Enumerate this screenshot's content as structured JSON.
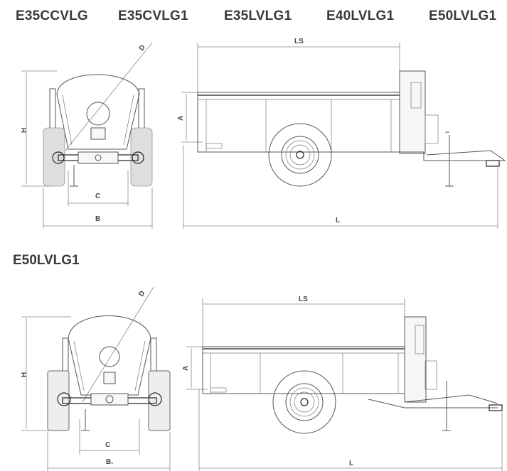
{
  "models_top": [
    "E35CCVLG",
    "E35CVLG1",
    "E35LVLG1",
    "E40LVLG1",
    "E50LVLG1"
  ],
  "section_bottom_title": "E50LVLG1",
  "diagram_top": {
    "dims": {
      "d": "D",
      "h": "H",
      "c": "C",
      "b": "B",
      "ls": "LS",
      "a": "A",
      "l": "L"
    }
  },
  "diagram_bottom": {
    "dims": {
      "d": "D",
      "h": "H",
      "c": "C",
      "b": "B.",
      "ls": "LS",
      "a": "A",
      "l": "L"
    }
  }
}
